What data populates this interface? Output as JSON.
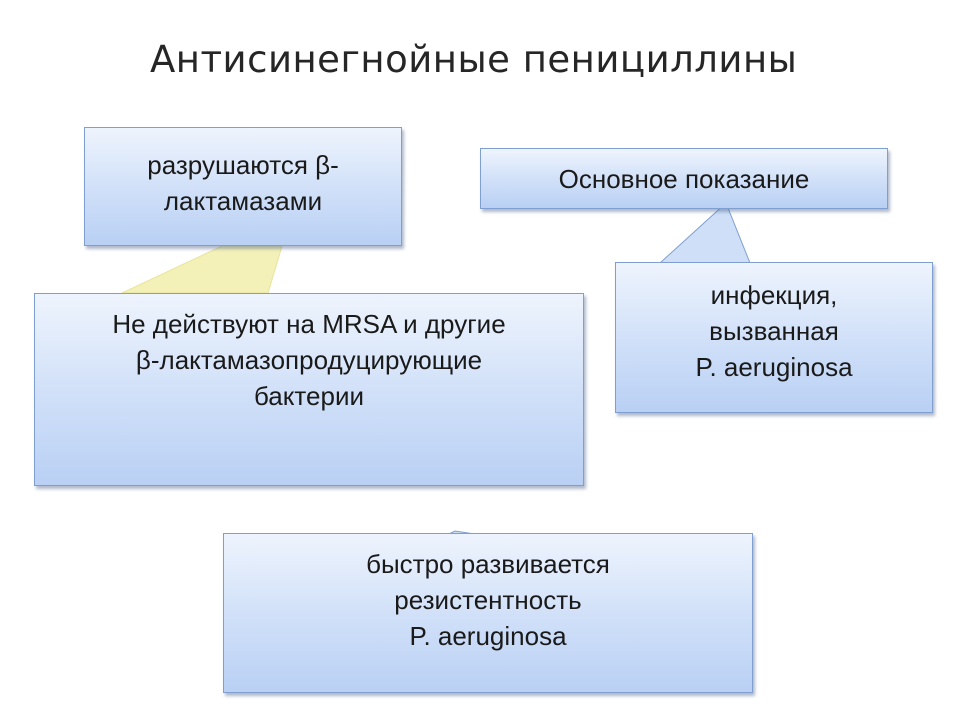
{
  "slide": {
    "title": "Антисинегнойные пенициллины"
  },
  "boxes": {
    "destroyed": {
      "lines": [
        "разрушаются β-",
        "лактамазами"
      ]
    },
    "main_indication": {
      "lines": [
        "Основное показание"
      ]
    },
    "mrsa": {
      "lines": [
        "Не действуют на MRSA и другие",
        "β-лактамазопродуцирующие",
        "бактерии"
      ]
    },
    "infection": {
      "lines": [
        "инфекция,",
        "вызванная",
        "P. aeruginosa"
      ]
    },
    "resistance": {
      "lines": [
        "быстро развивается",
        "резистентность",
        "P. aeruginosa"
      ]
    }
  },
  "colors": {
    "box_fill": "#c9dbf7",
    "box_border": "#7f9fd0",
    "title_text": "#262626",
    "connector_yellow": "#f3f1b8"
  }
}
